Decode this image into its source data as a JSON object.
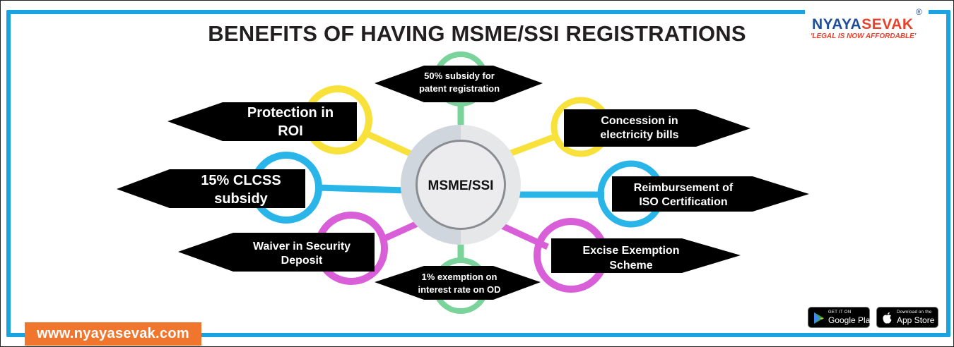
{
  "header": {
    "title": "BENEFITS OF HAVING MSME/SSI REGISTRATIONS"
  },
  "logo": {
    "brand_first": "NYAYA",
    "brand_second": "SEVAK",
    "tagline": "'LEGAL IS NOW AFFORDABLE'",
    "registered": "®"
  },
  "center": {
    "label": "MSME/SSI"
  },
  "benefits": [
    {
      "id": "patent",
      "lines": [
        "50% subsidy for",
        "patent registration"
      ],
      "ring_color": "#7ad39a"
    },
    {
      "id": "electricity",
      "lines": [
        "Concession in",
        "electricity bills"
      ],
      "ring_color": "#f7e13a"
    },
    {
      "id": "iso",
      "lines": [
        "Reimbursement of",
        "ISO Certification"
      ],
      "ring_color": "#29b5e8"
    },
    {
      "id": "excise",
      "lines": [
        "Excise Exemption",
        "Scheme"
      ],
      "ring_color": "#d95fd9"
    },
    {
      "id": "interest",
      "lines": [
        "1% exemption on",
        "interest rate on OD"
      ],
      "ring_color": "#7ad39a"
    },
    {
      "id": "security",
      "lines": [
        "Waiver in Security",
        "Deposit"
      ],
      "ring_color": "#d95fd9"
    },
    {
      "id": "clcss",
      "lines": [
        "15% CLCSS",
        "subsidy"
      ],
      "ring_color": "#29b5e8"
    },
    {
      "id": "roi",
      "lines": [
        "Protection in",
        "ROI"
      ],
      "ring_color": "#f7e13a"
    }
  ],
  "footer": {
    "website": "www.nyayasevak.com",
    "google_play": {
      "small": "GET IT ON",
      "big": "Google Play"
    },
    "app_store": {
      "small": "Download on the",
      "big": "App Store"
    }
  },
  "colors": {
    "frame_blue": "#1aa3e0",
    "brand_blue": "#1f4f9a",
    "brand_red": "#e8412c",
    "website_orange": "#f0762e"
  }
}
